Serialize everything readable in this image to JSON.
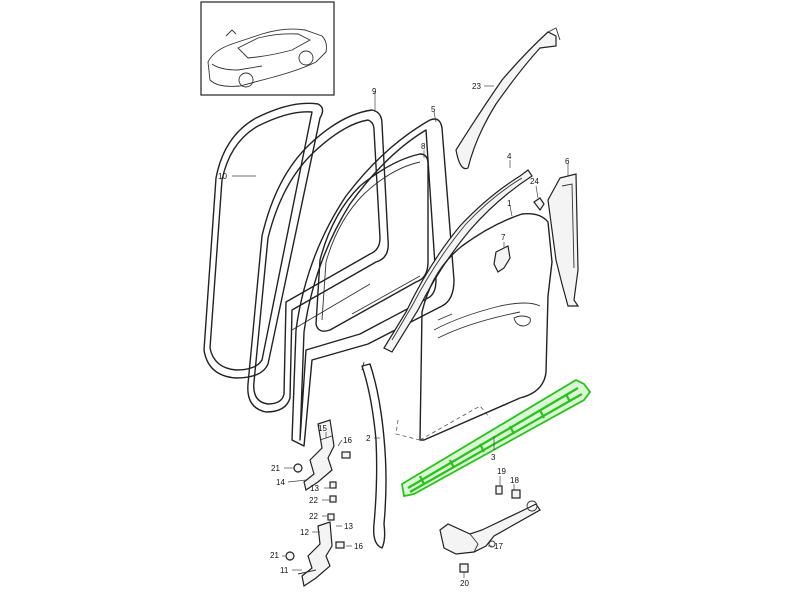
{
  "callouts": {
    "c1": "1",
    "c2": "2",
    "c3": "3",
    "c4": "4",
    "c5": "5",
    "c6": "6",
    "c7": "7",
    "c8": "8",
    "c9": "9",
    "c10": "10",
    "c11": "11",
    "c12": "12",
    "c13a": "13",
    "c13b": "13",
    "c14": "14",
    "c15": "15",
    "c16a": "16",
    "c16b": "16",
    "c17": "17",
    "c18": "18",
    "c19": "19",
    "c20": "20",
    "c21a": "21",
    "c21b": "21",
    "c22a": "22",
    "c22b": "22",
    "c23": "23",
    "c24": "24"
  },
  "highlight": {
    "part": "3",
    "color": "#27c21b"
  }
}
